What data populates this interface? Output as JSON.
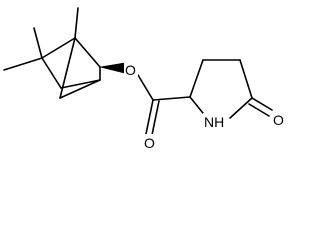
{
  "molecule": {
    "atoms": {
      "ester_oxygen": "O",
      "carbonyl_oxygen": "O",
      "ring_nitrogen": "NH",
      "lactam_oxygen": "O"
    }
  },
  "colors": {
    "background": "#ffffff",
    "ink": "#000000"
  }
}
